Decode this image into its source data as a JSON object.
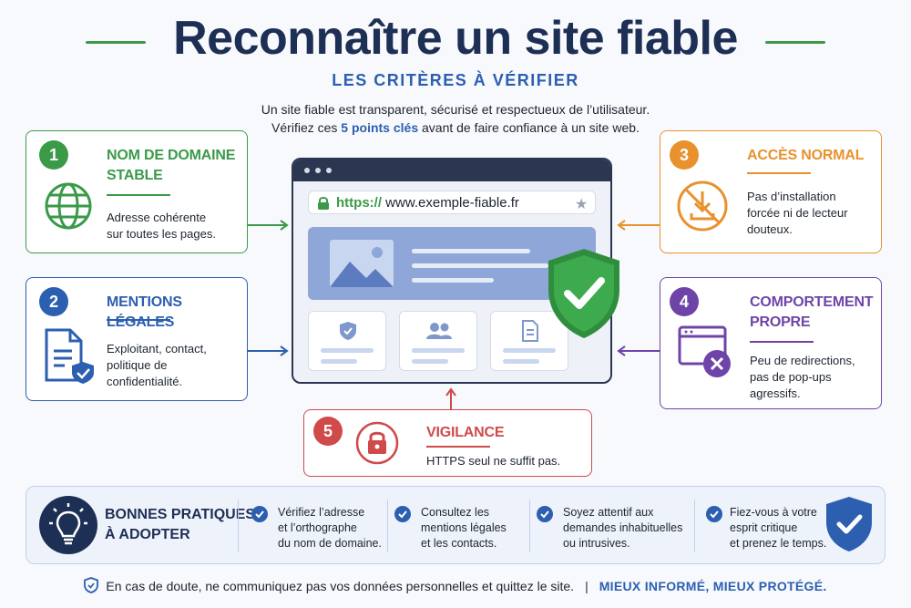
{
  "header": {
    "title": "Reconnaître un site fiable",
    "subtitle": "LES CRITÈRES À VÉRIFIER",
    "intro_line1": "Un site fiable est transparent, sécurisé et respectueux de l’utilisateur.",
    "intro_line2_before": "Vérifiez ces ",
    "intro_line2_highlight": "5 points clés",
    "intro_line2_after": " avant de faire confiance à un site web."
  },
  "criteria": [
    {
      "number": "1",
      "title_line1": "NOM DE DOMAINE",
      "title_line2": "STABLE",
      "text_line1": "Adresse cohérente",
      "text_line2": "sur toutes les pages.",
      "text_line3": "",
      "color": "#3a9a48",
      "icon": "globe-icon"
    },
    {
      "number": "2",
      "title_line1": "MENTIONS LÉGALES",
      "title_line2": "",
      "text_line1": "Exploitant, contact,",
      "text_line2": "politique de",
      "text_line3": "confidentialité.",
      "color": "#2c5fb0",
      "icon": "document-shield-icon"
    },
    {
      "number": "3",
      "title_line1": "ACCÈS NORMAL",
      "title_line2": "",
      "text_line1": "Pas d’installation",
      "text_line2": "forcée ni de lecteur",
      "text_line3": "douteux.",
      "color": "#e8912d",
      "icon": "no-download-icon"
    },
    {
      "number": "4",
      "title_line1": "COMPORTEMENT",
      "title_line2": "PROPRE",
      "text_line1": "Peu de redirections,",
      "text_line2": "pas de pop-ups",
      "text_line3": "agressifs.",
      "color": "#6e44a8",
      "icon": "window-close-icon"
    },
    {
      "number": "5",
      "title_line1": "VIGILANCE",
      "title_line2": "",
      "text_line1": "HTTPS seul ne suffit pas.",
      "text_line2": "",
      "text_line3": "",
      "color": "#d04a4a",
      "icon": "lock-icon"
    }
  ],
  "browser": {
    "url_scheme": "https://",
    "url_domain": " www.exemple-fiable.fr"
  },
  "practices": {
    "title_line1": "BONNES PRATIQUES",
    "title_line2": "À ADOPTER",
    "items": [
      {
        "line1": "Vérifiez l’adresse",
        "line2": "et l’orthographe",
        "line3": "du nom de domaine."
      },
      {
        "line1": "Consultez les",
        "line2": "mentions légales",
        "line3": "et les contacts."
      },
      {
        "line1": "Soyez attentif aux",
        "line2": "demandes inhabituelles",
        "line3": "ou intrusives."
      },
      {
        "line1": "Fiez-vous à votre",
        "line2": "esprit critique",
        "line3": "et prenez le temps."
      }
    ]
  },
  "footer": {
    "advice": "En cas de doute, ne communiquez pas vos données personnelles et quittez le site.",
    "slogan": "MIEUX INFORMÉ, MIEUX PROTÉGÉ."
  },
  "colors": {
    "navy": "#1e2f55",
    "blue": "#2c5fb0",
    "green": "#3a9a48",
    "orange": "#e8912d",
    "purple": "#6e44a8",
    "red": "#d04a4a"
  }
}
